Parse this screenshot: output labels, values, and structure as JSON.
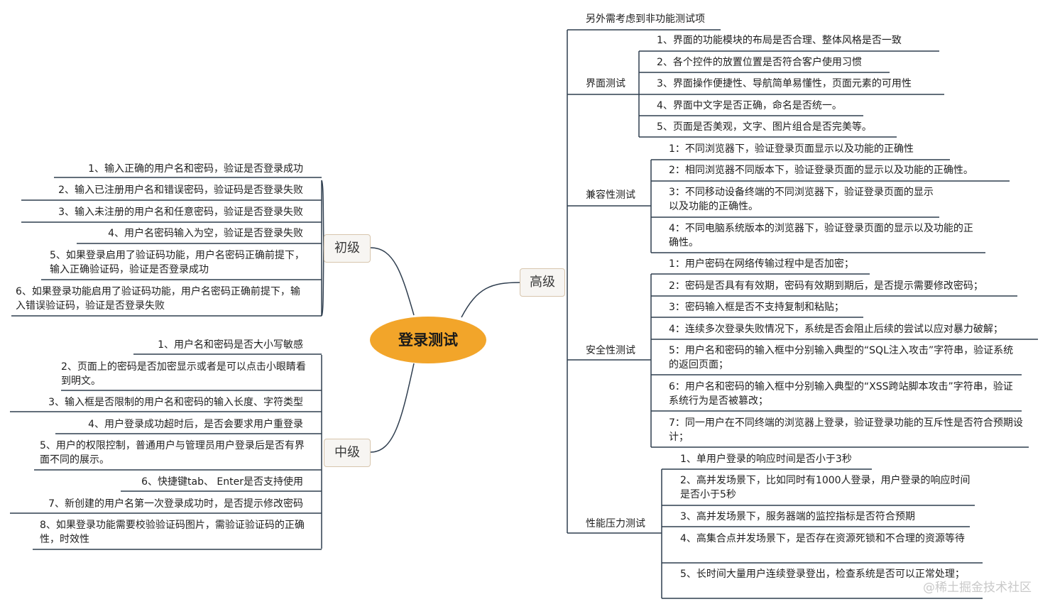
{
  "center": "登录测试",
  "branches": {
    "chuji": "初级",
    "zhongji": "中级",
    "gaoji": "高级"
  },
  "chuji_items": [
    "1、输入正确的用户名和密码，验证是否登录成功",
    "2、输入已注册用户名和错误密码，验证码是否登录失败",
    "3、输入未注册的用户名和任意密码，验证是否登录失败",
    "4、用户名密码输入为空，验证是否登录失败",
    "5、如果登录启用了验证码功能，用户名密码正确前提下，输入正确验证码，验证是否登录成功",
    "6、如果登录功能启用了验证码功能，用户名密码正确前提下，输入错误验证码，验证是否登录失败"
  ],
  "zhongji_items": [
    "1、用户名和密码是否大小写敏感",
    "2、页面上的密码是否加密显示或者是可以点击小眼睛看到明文。",
    "3、输入框是否限制的用户名和密码的输入长度、字符类型",
    "4、用户登录成功超时后，是否会要求用户重登录",
    "5、用户的权限控制，普通用户与管理员用户登录后是否有界面不同的展示。",
    "6、快捷键tab、 Enter是否支持使用",
    "7、新创建的用户名第一次登录成功时，是否提示修改密码",
    "8、如果登录功能需要校验验证码图片，需验证验证码的正确性，时效性"
  ],
  "gaoji": {
    "note": "另外需考虑到非功能测试项",
    "ui": {
      "label": "界面测试",
      "items": [
        "1、界面的功能模块的布局是否合理、整体风格是否一致",
        "2、各个控件的放置位置是否符合客户使用习惯",
        "3、界面操作便捷性、导航简单易懂性，页面元素的可用性",
        "4、界面中文字是否正确，命名是否统一。",
        "5、页面是否美观，文字、图片组合是否完美等。"
      ]
    },
    "compat": {
      "label": "兼容性测试",
      "items": [
        "1：不同浏览器下，验证登录页面显示以及功能的正确性",
        "2：相同浏览器不同版本下，验证登录页面的显示以及功能的正确性。",
        "3：不同移动设备终端的不同浏览器下，验证登录页面的显示以及功能的正确性。",
        "4：不同电脑系统版本的浏览器下，验证登录页面的显示以及功能的正确性。"
      ]
    },
    "security": {
      "label": "安全性测试",
      "items": [
        "1：用户密码在网络传输过程中是否加密；",
        "2：密码是否具有有效期，密码有效期到期后，是否提示需要修改密码；",
        "3：密码输入框是否不支持复制和粘贴；",
        "4：连续多次登录失败情况下，系统是否会阻止后续的尝试以应对暴力破解；",
        "5：用户名和密码的输入框中分别输入典型的“SQL注入攻击”字符串，验证系统的返回页面；",
        "6：用户名和密码的输入框中分别输入典型的“XSS跨站脚本攻击”字符串，验证系统行为是否被篡改；",
        "7：同一用户在不同终端的浏览器上登录，验证登录功能的互斥性是否符合预期设计；"
      ]
    },
    "perf": {
      "label": "性能压力测试",
      "items": [
        "1、单用户登录的响应时间是否小于3秒",
        "2、高并发场景下，比如同时有1000人登录，用户登录的响应时间是否小于5秒",
        "3、高并发场景下，服务器端的监控指标是否符合预期",
        "4、高集合点并发场景下，是否存在资源死锁和不合理的资源等待",
        "5、长时间大量用户连续登录登出，检查系统是否可以正常处理；"
      ]
    }
  },
  "watermark": "@稀土掘金技术社区",
  "colors": {
    "center": "#f2a52a",
    "line": "#2f3e4f"
  }
}
